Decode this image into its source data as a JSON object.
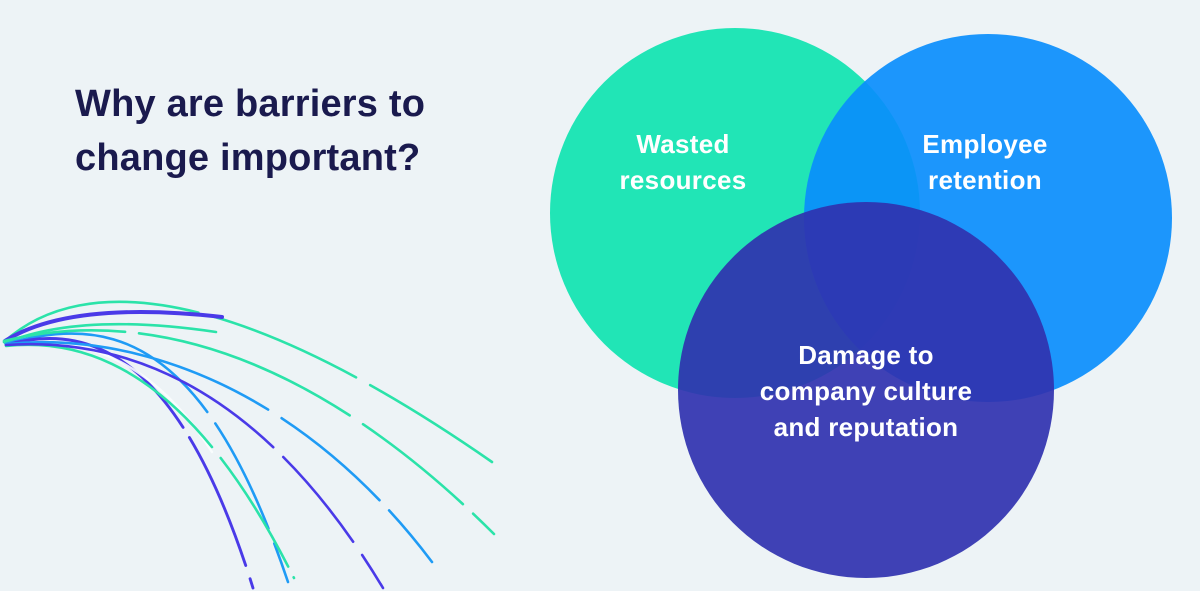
{
  "page": {
    "background_color": "#EDF3F6"
  },
  "title": {
    "text": "Why are barriers to\nchange important?",
    "color": "#1A1A4E"
  },
  "venn": {
    "label_color": "#FFFFFF",
    "circles": [
      {
        "id": "wasted-resources",
        "label": "Wasted\nresources",
        "color": "#21E5B6"
      },
      {
        "id": "employee-retention",
        "label": "Employee\nretention",
        "color": "#0A8EFC"
      },
      {
        "id": "company-culture",
        "label": "Damage to\ncompany culture\nand reputation",
        "color": "#3032AF"
      }
    ]
  },
  "decoration": {
    "colors": {
      "teal": "#2BE3A9",
      "indigo": "#4A3AE8",
      "blue": "#1F9BF5",
      "white": "#FAFDFE"
    }
  }
}
